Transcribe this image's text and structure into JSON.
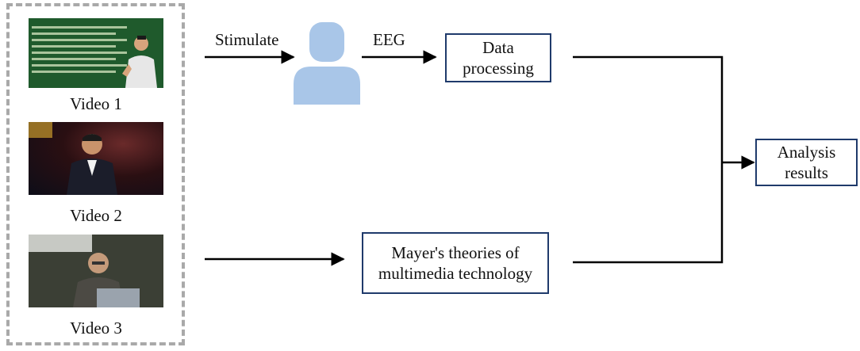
{
  "videos": [
    {
      "caption": "Video 1"
    },
    {
      "caption": "Video 2"
    },
    {
      "caption": "Video 3"
    }
  ],
  "edges": {
    "stimulate": "Stimulate",
    "eeg": "EEG"
  },
  "nodes": {
    "data_processing": "Data\nprocessing",
    "mayer": "Mayer's theories of\nmultimedia technology",
    "analysis": "Analysis\nresults"
  },
  "colors": {
    "node_border": "#1f3a6b",
    "person_icon": "#a9c6e8",
    "dash_border": "#a9a9a9"
  },
  "icons": {
    "subject": "person-icon"
  }
}
